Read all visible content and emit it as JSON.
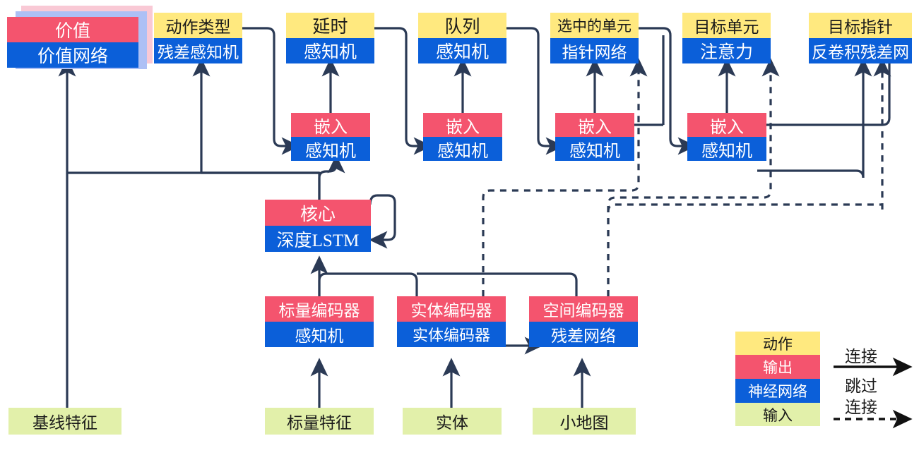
{
  "colors": {
    "action": "#ffe97f",
    "output": "#f4546e",
    "neural_network": "#0b5fd9",
    "input": "#e2f0aa",
    "wire": "#2b3a55",
    "shadow_pink": "#f9c9d5",
    "shadow_blue": "#adc0f5"
  },
  "nodes": {
    "value": {
      "top": "价值",
      "bottom": "价值网络"
    },
    "action_type": {
      "top": "动作类型",
      "bottom": "残差感知机"
    },
    "delay": {
      "top": "延时",
      "bottom": "感知机"
    },
    "queue": {
      "top": "队列",
      "bottom": "感知机"
    },
    "selected_units": {
      "top": "选中的单元",
      "bottom": "指针网络"
    },
    "target_unit": {
      "top": "目标单元",
      "bottom": "注意力"
    },
    "target_point": {
      "top": "目标指针",
      "bottom": "反卷积残差网"
    },
    "embed1": {
      "top": "嵌入",
      "bottom": "感知机"
    },
    "embed2": {
      "top": "嵌入",
      "bottom": "感知机"
    },
    "embed3": {
      "top": "嵌入",
      "bottom": "感知机"
    },
    "embed4": {
      "top": "嵌入",
      "bottom": "感知机"
    },
    "core": {
      "top": "核心",
      "bottom": "深度LSTM"
    },
    "scalar_encoder": {
      "top": "标量编码器",
      "bottom": "感知机"
    },
    "entity_encoder": {
      "top": "实体编码器",
      "bottom": "实体编码器"
    },
    "spatial_encoder": {
      "top": "空间编码器",
      "bottom": "残差网络"
    }
  },
  "inputs": {
    "baseline_features": "基线特征",
    "scalar_features": "标量特征",
    "entities": "实体",
    "minimap": "小地图"
  },
  "legend": {
    "swatches": [
      {
        "key": "action",
        "label": "动作"
      },
      {
        "key": "output",
        "label": "输出"
      },
      {
        "key": "nn",
        "label": "神经网络"
      },
      {
        "key": "input",
        "label": "输入"
      }
    ],
    "connection_label": "连接",
    "skip_label_line1": "跳过",
    "skip_label_line2": "连接"
  }
}
